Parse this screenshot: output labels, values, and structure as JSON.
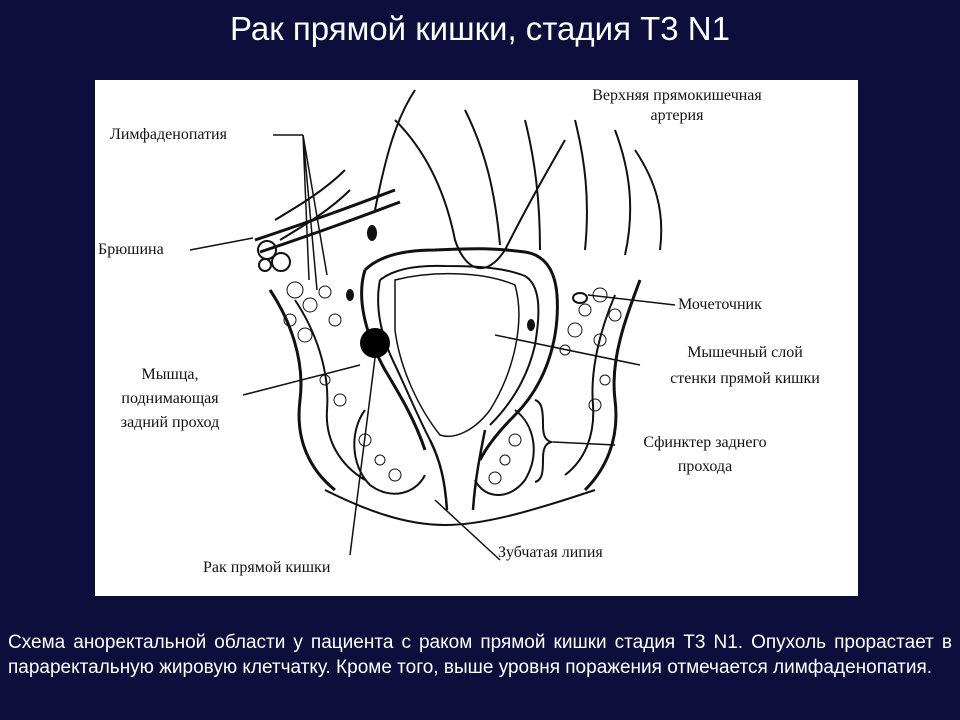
{
  "slide": {
    "title": "Рак прямой кишки, стадия Т3 N1"
  },
  "figure": {
    "labels": {
      "artery_line1": "Верхняя прямокишечная",
      "artery_line2": "артерия",
      "lymphadenopathy": "Лимфаденопатия",
      "peritoneum": "Брюшина",
      "ureter": "Мочеточник",
      "muscle_layer_line1": "Мышечный слой",
      "muscle_layer_line2": "стенки прямой кишки",
      "levator_line1": "Мышца,",
      "levator_line2": "поднимающая",
      "levator_line3": "задний проход",
      "sphincter_line1": "Сфинктер заднего",
      "sphincter_line2": "прохода",
      "dentate_line": "Зубчатая липия",
      "rectal_cancer": "Рак прямой кишки"
    }
  },
  "caption": {
    "text": "Схема аноректальной области у пациента с раком прямой кишки стадия Т3 N1. Опухоль прорастает в параректальную жировую клетчатку. Кроме того, выше уровня поражения отмечается лимфаденопатия."
  }
}
